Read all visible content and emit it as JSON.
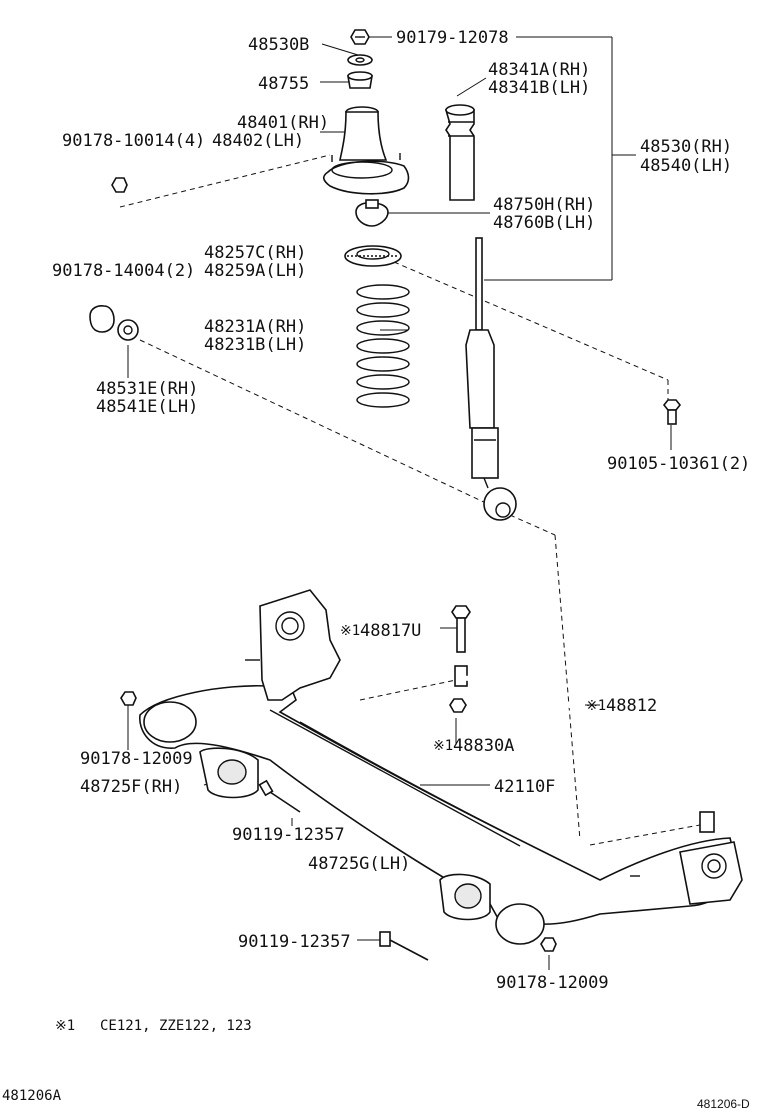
{
  "labels": {
    "p48530B": "48530B",
    "p90179": "90179-12078",
    "p48755": "48755",
    "p48341A": "48341A(RH)",
    "p48341B": "48341B(LH)",
    "p48401": "48401(RH)",
    "p48402": "48402(LH)",
    "p90178_10014": "90178-10014(4)",
    "p48530RH": "48530(RH)",
    "p48540LH": "48540(LH)",
    "p48750H": "48750H(RH)",
    "p48760B": "48760B(LH)",
    "p48257C": "48257C(RH)",
    "p48259A": "48259A(LH)",
    "p90178_14004": "90178-14004(2)",
    "p48231A": "48231A(RH)",
    "p48231B": "48231B(LH)",
    "p48531E": "48531E(RH)",
    "p48541E": "48541E(LH)",
    "p90105": "90105-10361(2)",
    "p48817U": "48817U",
    "p48812": "48812",
    "p48830A": "48830A",
    "p90178_12009a": "90178-12009",
    "p48725F": "48725F(RH)",
    "p42110F": "42110F",
    "p90119a": "90119-12357",
    "p48725G": "48725G(LH)",
    "p90119b": "90119-12357",
    "p90178_12009b": "90178-12009"
  },
  "marks": {
    "ref": "※1",
    "ref_small": "※1"
  },
  "footnote": {
    "mark": "※1",
    "text": "CE121, ZZE122, 123"
  },
  "diagram_code": "481206A",
  "diagram_code_corner": "481206-D"
}
